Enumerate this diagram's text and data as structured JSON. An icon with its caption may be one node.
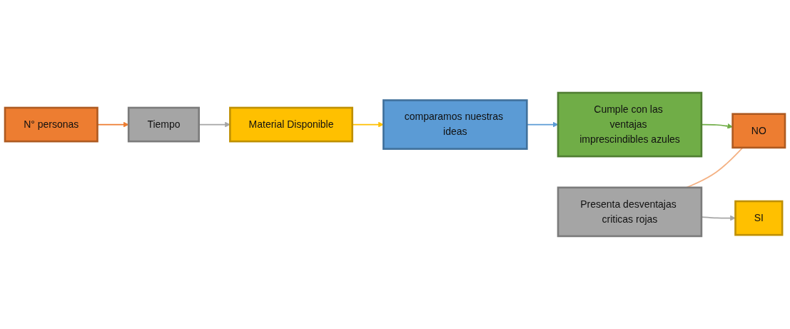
{
  "diagram": {
    "nodes": [
      {
        "text": [
          "N° personas"
        ]
      },
      {
        "text": [
          "Tiempo"
        ]
      },
      {
        "text": [
          "Material Disponible"
        ]
      },
      {
        "text": [
          "comparamos nuestras ideas"
        ]
      },
      {
        "text": [
          "Cumple con las ventajas imprescindibles azules"
        ]
      },
      {
        "text": [
          "Presenta desventajas criticas rojas"
        ]
      },
      {
        "text": [
          "SI"
        ]
      },
      {
        "text": [
          "NO"
        ]
      }
    ],
    "edges": [
      {
        "from": 0,
        "to": 1,
        "arrow": "to",
        "color": "#ed7d31"
      },
      {
        "from": 1,
        "to": 2,
        "arrow": "to",
        "color": "#a6a6a6"
      },
      {
        "from": 2,
        "to": 3,
        "arrow": "to",
        "color": "#ffc000"
      },
      {
        "from": 3,
        "to": 4,
        "arrow": "to",
        "color": "#5b9bd5"
      },
      {
        "from": 5,
        "to": 6,
        "arrow": "to",
        "color": "#a6a6a6"
      },
      {
        "from": 5,
        "to": 7,
        "arrow": "none",
        "color": "#f4b183"
      },
      {
        "from": 4,
        "to": 7,
        "arrow": "to",
        "color": "#70ad47"
      }
    ]
  }
}
